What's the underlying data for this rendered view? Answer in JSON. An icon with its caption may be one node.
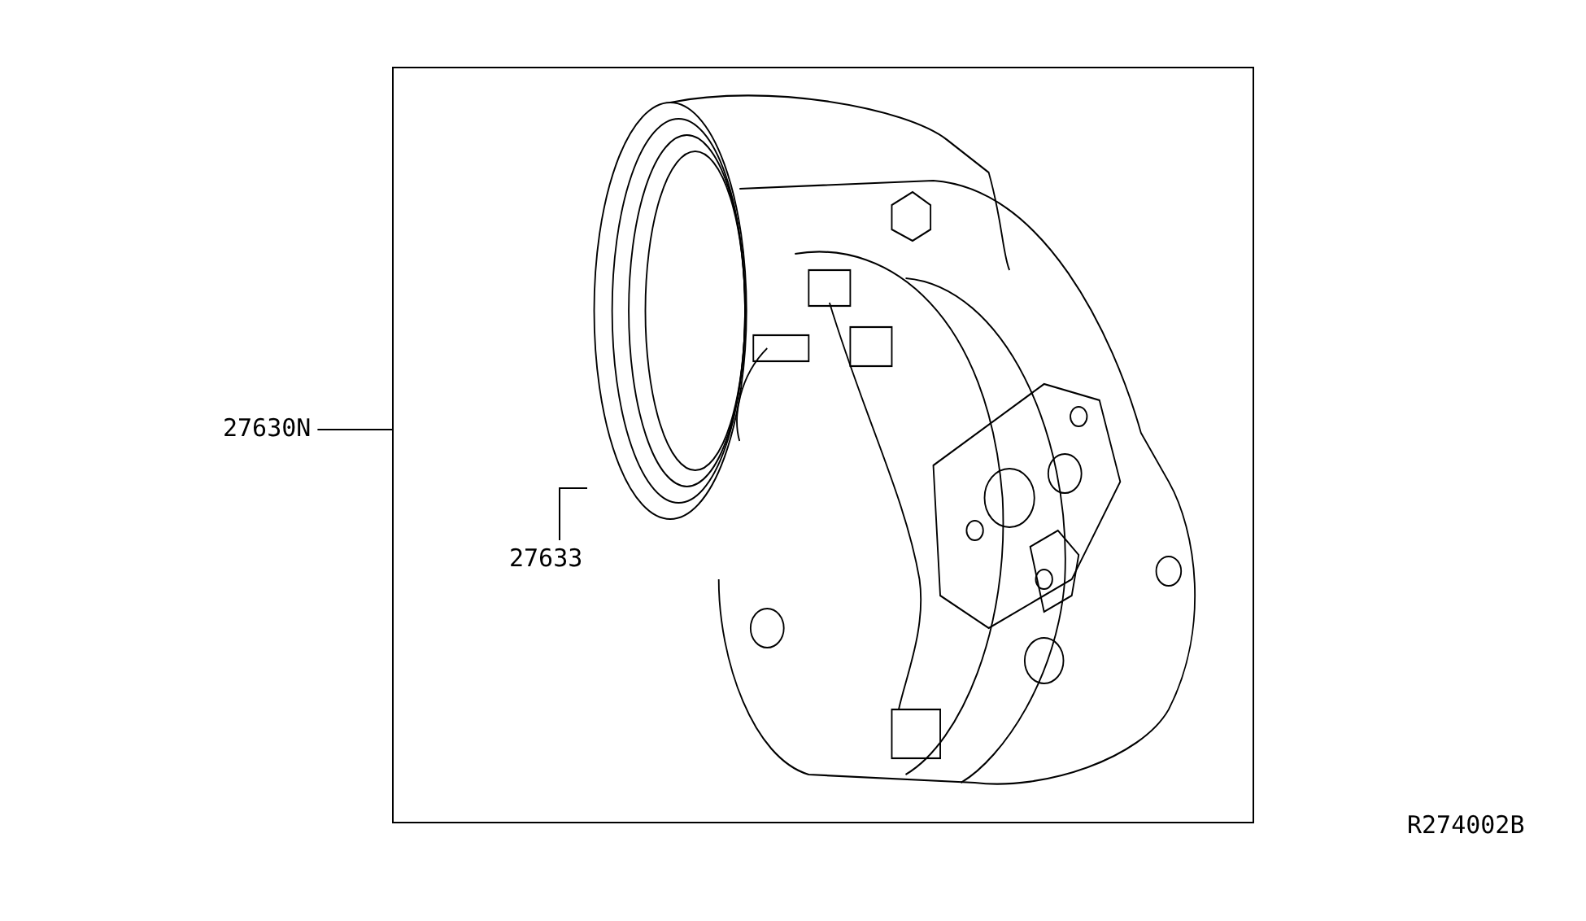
{
  "diagram": {
    "nodes": [
      {
        "text": [
          "27630N"
        ]
      },
      {
        "text": [],
        "shape": "box"
      },
      {
        "text": [
          "27633"
        ],
        "in": 1
      },
      {
        "text": [],
        "shape": "picture",
        "in": 1
      }
    ],
    "edges": [
      {
        "from": 0,
        "to": 1,
        "arrow": "none"
      },
      {
        "from": 2,
        "to": 3,
        "arrow": "none"
      }
    ],
    "labels": [
      "R274002B"
    ]
  }
}
